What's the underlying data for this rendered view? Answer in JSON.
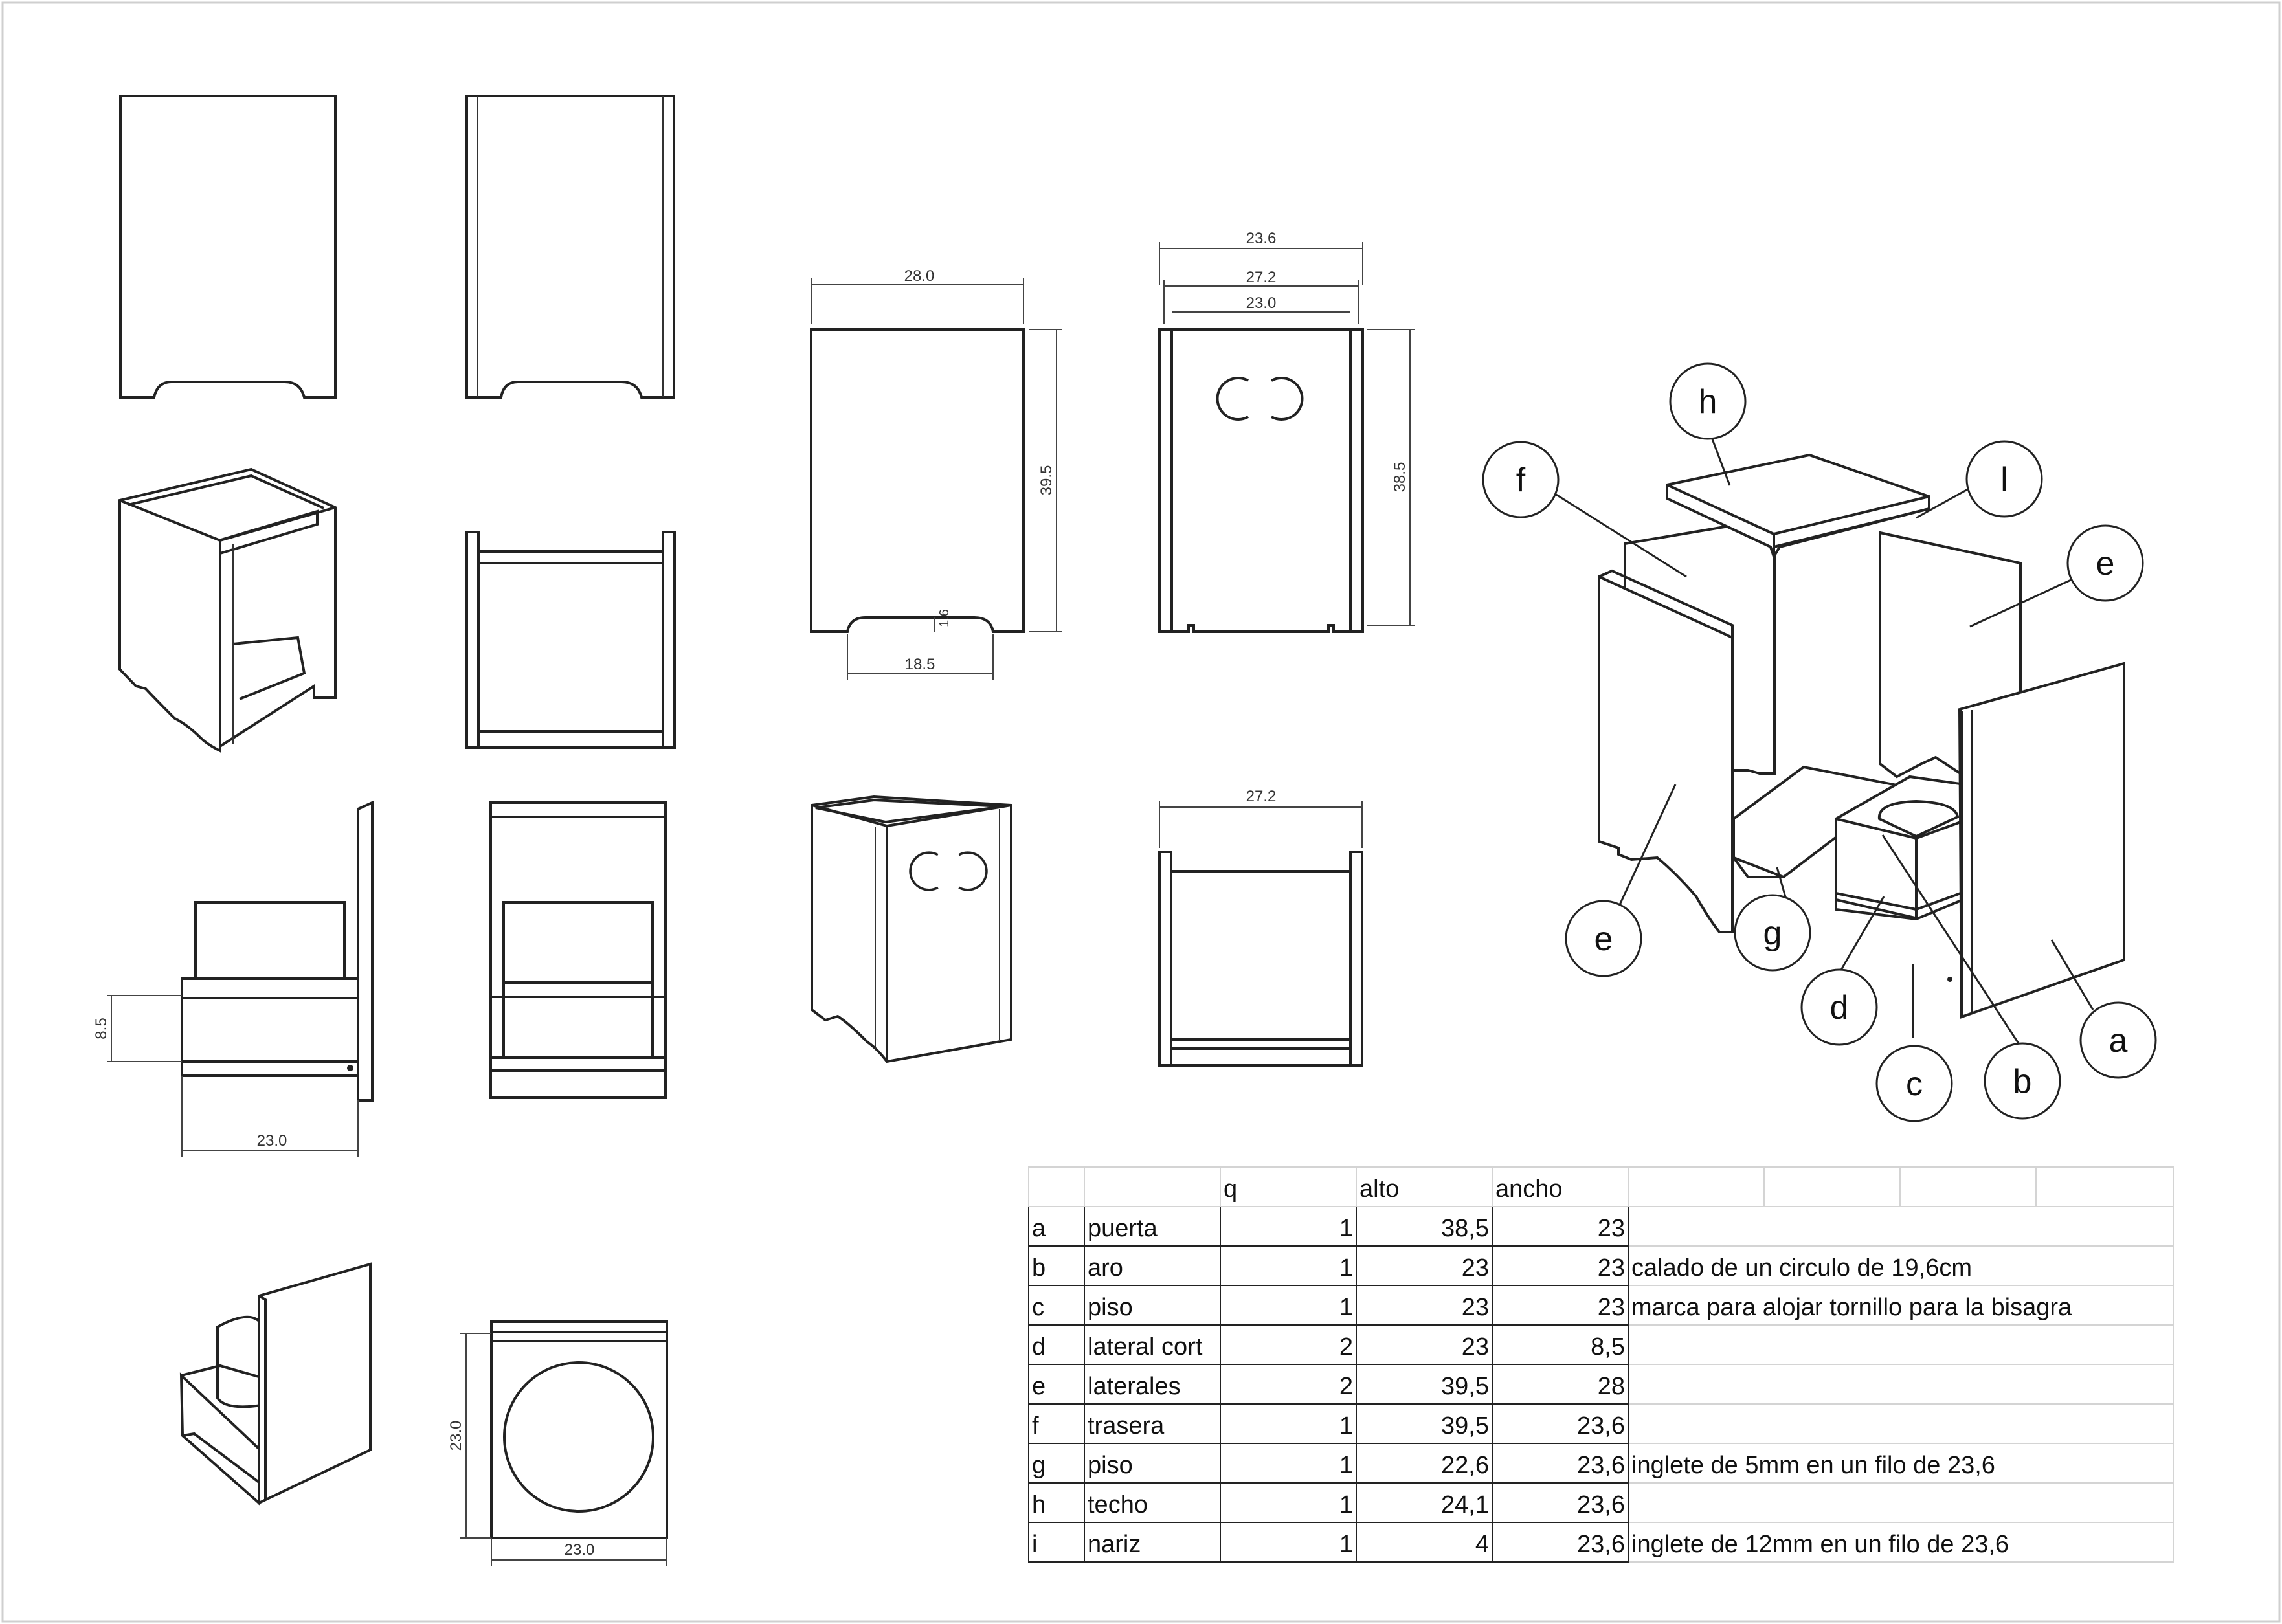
{
  "dimensions": {
    "side_width": "28.0",
    "side_height": "39.5",
    "notch_width": "18.5",
    "notch_depth": "1.6",
    "overall_width": "23.6",
    "between_sides": "27.2",
    "inner_width": "23.0",
    "front_height": "38.5",
    "bottom_width": "27.2",
    "drawer_height": "8.5",
    "drawer_depth": "23.0",
    "ring_width": "23.0",
    "ring_depth": "23.0"
  },
  "callouts": [
    "h",
    "f",
    "l",
    "e",
    "e",
    "g",
    "d",
    "c",
    "b",
    "a"
  ],
  "table": {
    "headers": [
      "",
      "",
      "q",
      "alto",
      "ancho",
      "",
      "",
      "",
      ""
    ],
    "rows": [
      {
        "id": "a",
        "pieza": "puerta",
        "q": "1",
        "alto": "38,5",
        "ancho": "23",
        "nota": ""
      },
      {
        "id": "b",
        "pieza": "aro",
        "q": "1",
        "alto": "23",
        "ancho": "23",
        "nota": "calado de un circulo de 19,6cm"
      },
      {
        "id": "c",
        "pieza": "piso",
        "q": "1",
        "alto": "23",
        "ancho": "23",
        "nota": "marca para alojar tornillo para la bisagra"
      },
      {
        "id": "d",
        "pieza": "lateral cort",
        "q": "2",
        "alto": "23",
        "ancho": "8,5",
        "nota": ""
      },
      {
        "id": "e",
        "pieza": "laterales",
        "q": "2",
        "alto": "39,5",
        "ancho": "28",
        "nota": ""
      },
      {
        "id": "f",
        "pieza": "trasera",
        "q": "1",
        "alto": "39,5",
        "ancho": "23,6",
        "nota": ""
      },
      {
        "id": "g",
        "pieza": "piso",
        "q": "1",
        "alto": "22,6",
        "ancho": "23,6",
        "nota": "inglete de 5mm en un filo de 23,6"
      },
      {
        "id": "h",
        "pieza": "techo",
        "q": "1",
        "alto": "24,1",
        "ancho": "23,6",
        "nota": ""
      },
      {
        "id": "i",
        "pieza": "nariz",
        "q": "1",
        "alto": "4",
        "ancho": "23,6",
        "nota": "inglete de 12mm en un filo de 23,6"
      }
    ]
  }
}
